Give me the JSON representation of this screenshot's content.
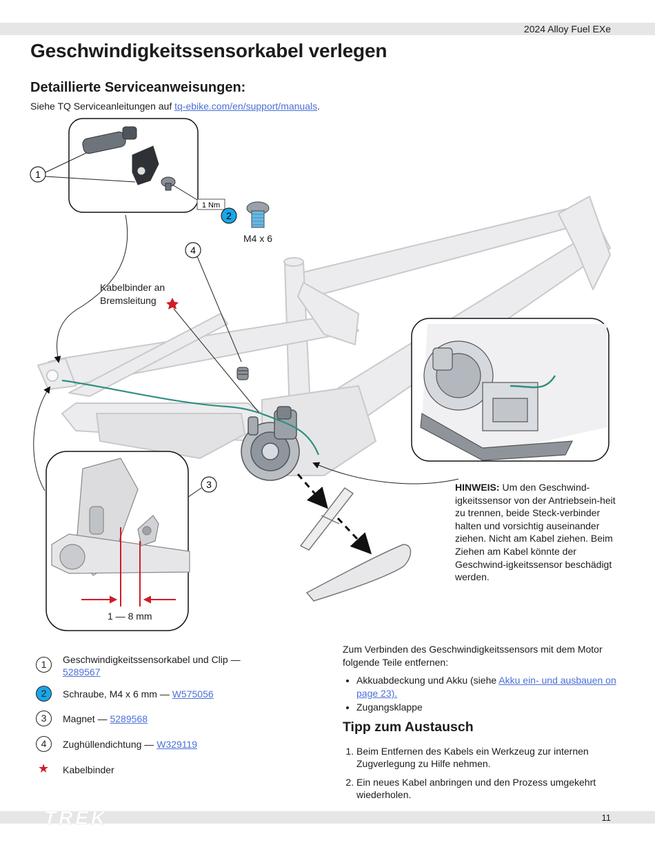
{
  "header": {
    "doc_title": "2024 Alloy Fuel EXe"
  },
  "page": {
    "title": "Geschwindigkeitssensorkabel verlegen",
    "subtitle": "Detaillierte Serviceanweisungen:",
    "reference_prefix": "Siehe TQ Serviceanleitungen auf ",
    "reference_link": "tq-ebike.com/en/support/manuals",
    "reference_suffix": "."
  },
  "diagram": {
    "callouts": [
      "1",
      "2",
      "4",
      "3"
    ],
    "torque": "1 Nm",
    "screw_spec": "M4 x 6",
    "cable_tie_label_1": "Kabelbinder an",
    "cable_tie_label_2": "Bremsleitung",
    "gap": "1 — 8 mm"
  },
  "note": {
    "label": "HINWEIS:",
    "text": " Um den Geschwind-igkeitssensor von der Antriebsein-heit zu trennen, beide Steck-verbinder halten und vorsichtig auseinander ziehen. Nicht am Kabel ziehen. Beim Ziehen am Kabel könnte der Geschwind-igkeitssensor beschädigt werden."
  },
  "parts": [
    {
      "num": "1",
      "text": "Geschwindigkeitssensorkabel und Clip —",
      "code": "5289567"
    },
    {
      "num": "2",
      "text": "Schraube, M4 x 6 mm —",
      "code": "W575056"
    },
    {
      "num": "3",
      "text": "Magnet —",
      "code": "5289568"
    },
    {
      "num": "4",
      "text": "Zughüllendichtung —",
      "code": "W329119"
    },
    {
      "text": "Kabelbinder",
      "icon": "star-icon"
    }
  ],
  "connect": {
    "intro": "Zum Verbinden des Geschwindigkeitssensors mit dem Motor folgende Teile entfernen:",
    "bullet_1_text": "Akkuabdeckung und Akku (siehe ",
    "bullet_1_link": "Akku ein- und ausbauen on page 23).",
    "bullet_2": "Zugangsklappe"
  },
  "tip": {
    "heading": "Tipp zum Austausch",
    "steps": [
      "Beim Entfernen des Kabels ein Werkzeug zur internen Zugverlegung zu Hilfe nehmen.",
      "Ein neues Kabel anbringen und den Prozess umgekehrt wiederholen."
    ]
  },
  "footer": {
    "page_number": "11",
    "logo": "TREK"
  },
  "colors": {
    "accent_blue": "#1aa6e6",
    "link": "#4a6fd8",
    "star_red": "#d01c25",
    "cable": "#2f8f80"
  }
}
